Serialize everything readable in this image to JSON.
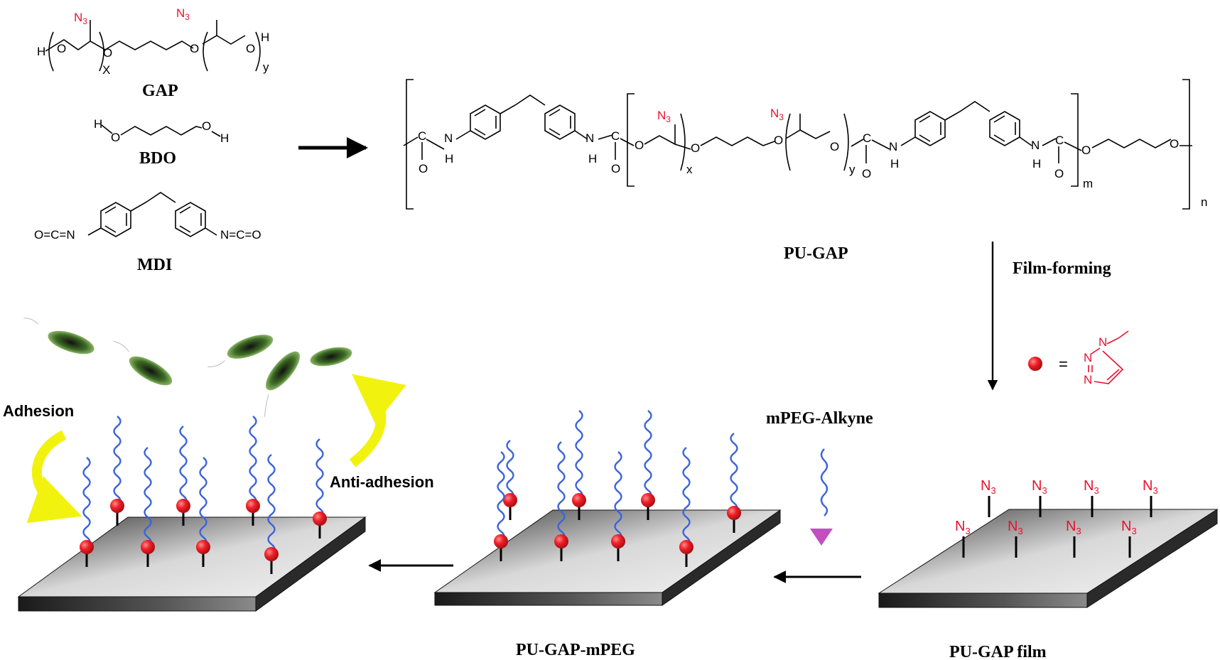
{
  "reactants": {
    "gap": {
      "label": "GAP",
      "h_left": "H",
      "o1": "O",
      "o2": "O",
      "o3": "O",
      "o4": "O",
      "h_right": "H",
      "x": "X",
      "y": "y",
      "n3_a": "N",
      "n3_b": "N",
      "sub3": "3"
    },
    "bdo": {
      "label": "BDO",
      "h1": "H",
      "o1": "O",
      "o2": "O",
      "h2": "H"
    },
    "mdi": {
      "label": "MDI",
      "left_group": "O=C=N",
      "right_group": "N=C=O"
    }
  },
  "product": {
    "label": "PU-GAP",
    "atoms": {
      "o": "O",
      "n": "N",
      "h": "H",
      "c": "C",
      "n3": "N",
      "sub3": "3"
    },
    "subscripts": {
      "x": "x",
      "y": "y",
      "m": "m",
      "n": "n"
    }
  },
  "steps": {
    "film_forming": "Film-forming",
    "mpeg_alkyne": "mPEG-Alkyne",
    "adhesion": "Adhesion",
    "anti_adhesion": "Anti-adhesion"
  },
  "legend": {
    "equals": "=",
    "triazole_n1": "N",
    "triazole_n2": "N",
    "triazole_n3": "N"
  },
  "films": {
    "pu_gap_film": {
      "label": "PU-GAP  film",
      "azide_label": "N",
      "azide_sub": "3"
    },
    "pu_gap_mpeg": {
      "label": "PU-GAP-mPEG"
    }
  },
  "colors": {
    "azide": "#e8112d",
    "peg_chain": "#3d64d9",
    "triazole_bead": "#ec1b24",
    "arrow_curve": "#f2f20f",
    "bacteria": "#2f5a1f",
    "alkyne_tip": "#c04fc0"
  }
}
